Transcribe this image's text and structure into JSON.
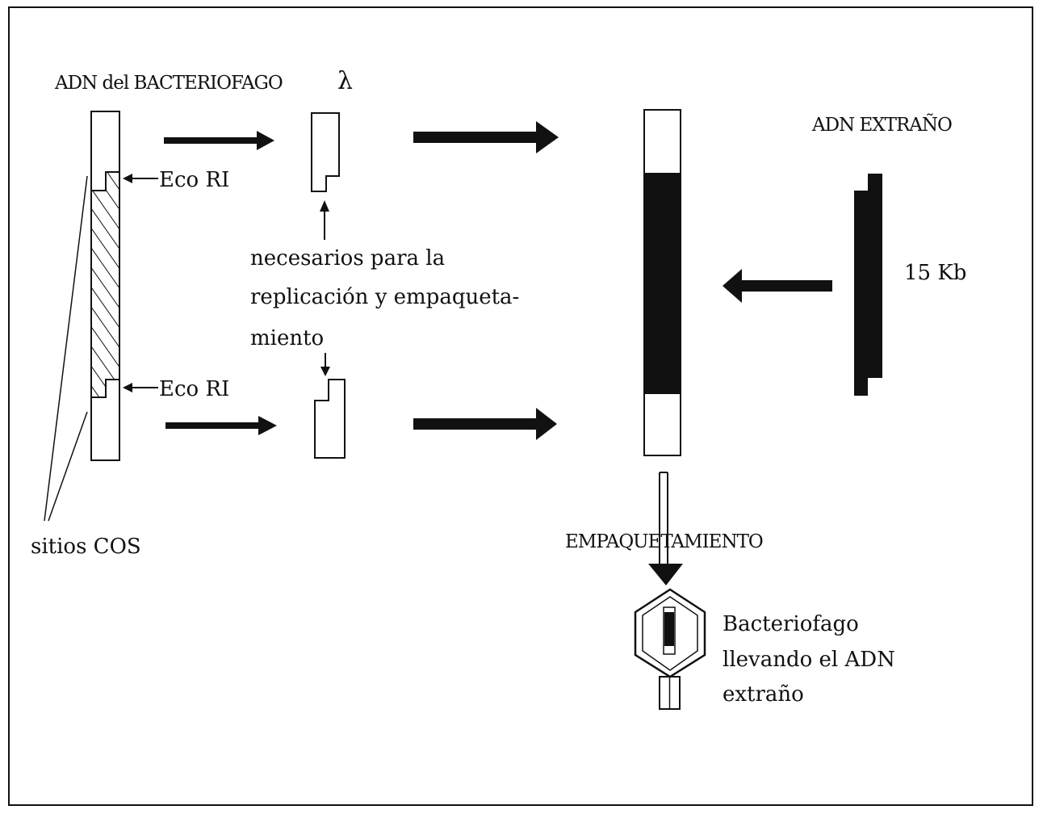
{
  "labels": {
    "phage_dna": "ADN del BACTERIOFAGO",
    "lambda": "λ",
    "eco_ri_top": "Eco RI",
    "eco_ri_bottom": "Eco RI",
    "needed_1": "necesarios para la",
    "needed_2": "replicación y empaqueta-",
    "needed_3": "miento",
    "foreign_dna": "ADN EXTRAÑO",
    "size": "15 Kb",
    "cos_sites": "sitios COS",
    "packaging": "EMPAQUETAMIENTO",
    "phage_1": "Bacteriofago",
    "phage_2": "llevando el ADN",
    "phage_3": "extraño"
  },
  "colors": {
    "ink": "#111111",
    "background": "#ffffff"
  }
}
